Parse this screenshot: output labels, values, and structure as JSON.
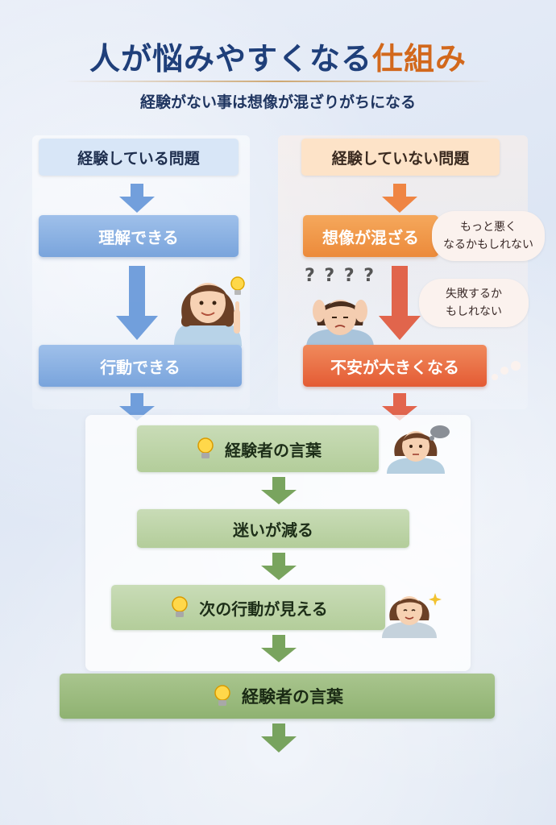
{
  "title": {
    "part1": "人が悩みやすくなる",
    "part2": "仕組み"
  },
  "subtitle": "経験がない事は想像が混ざりがちになる",
  "left": {
    "header": "経験している問題",
    "step1": "理解できる",
    "step2": "行動できる"
  },
  "right": {
    "header": "経験していない問題",
    "step1": "想像が混ざる",
    "step2": "不安が大きくなる",
    "bubble1": [
      "もっと悪く",
      "なるかもしれない"
    ],
    "bubble2": [
      "失敗するか",
      "もしれない"
    ],
    "question_marks": "? ? ? ?"
  },
  "merge": {
    "step1": "経験者の言葉",
    "step2": "迷いが減る",
    "step3": "次の行動が見える",
    "step4": "経験者の言葉"
  },
  "colors": {
    "blue_arrow": "#5b8fd6",
    "orange_arrow": "#ee7a30",
    "red_arrow": "#e0553a",
    "green_arrow": "#6a9a4c"
  },
  "icons": [
    "lightbulb-icon",
    "woman-pointing-figure",
    "woman-worried-figure",
    "woman-thinking-figure",
    "woman-smiling-figure"
  ]
}
